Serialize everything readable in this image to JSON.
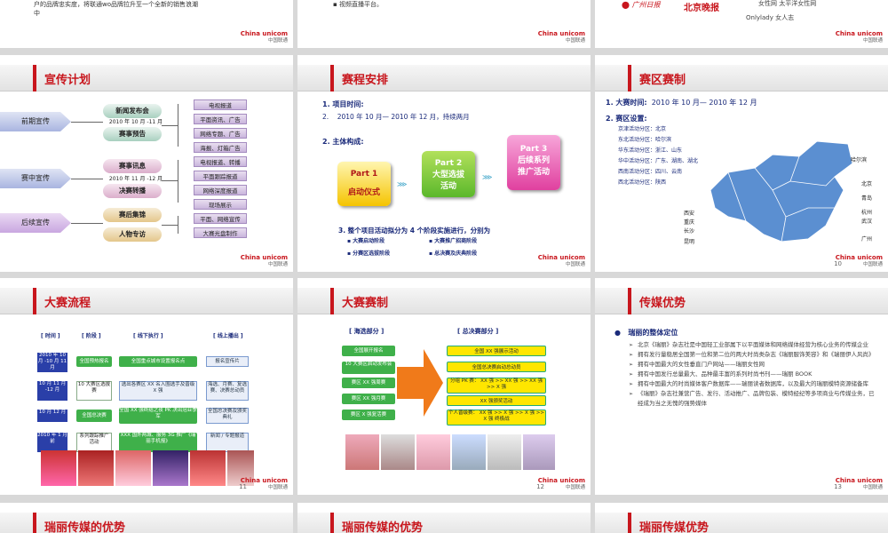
{
  "slide_top_left": {
    "text_line1": "户的品牌忠实度，将联通wo品牌拉升至一个全新的销售浪潮",
    "text_line2": "中"
  },
  "slide_top_mid": {
    "text": "视频直播平台。"
  },
  "slide_top_right": {
    "logo1": "广州日报",
    "logo2": "北京晚报",
    "caption1": "女性网  太平洋女性网",
    "caption2": "Onlylady 女人志"
  },
  "logo": {
    "brand": "China unicom",
    "sub": "中国联通"
  },
  "promo": {
    "title": "宣传计划",
    "phases": [
      "前期宣传",
      "赛中宣传",
      "后续宣传"
    ],
    "nodes": [
      "新闻发布会",
      "赛事预告",
      "赛事讯息",
      "决赛转播",
      "赛后集锦",
      "人物专访"
    ],
    "dates": [
      "2010 年 10 月 -11 月",
      "2010 年 11 月 -12 月"
    ],
    "media": [
      "电视报道",
      "平面资讯、广告",
      "网络专题、广告",
      "海报、灯箱广告",
      "电视报道、转播",
      "平面跟踪报道",
      "网络深度报道",
      "现场展示",
      "平面、网络宣传",
      "大赛光盘制作"
    ]
  },
  "schedule": {
    "title": "赛程安排",
    "h1": "1.  项目时间:",
    "time": "2010 年 10 月— 2010 年 12 月，持续两月",
    "time_num": "2.",
    "h2": "2.  主体构成:",
    "parts": [
      {
        "label": "Part 1",
        "name": "启动仪式"
      },
      {
        "label": "Part 2",
        "name": "大型选拔活动"
      },
      {
        "label": "Part 3",
        "name": "后续系列推广活动"
      }
    ],
    "stages_intro": "3.  整个项目活动拟分为 4 个阶段实施进行，分别为",
    "stages": [
      "大赛启动阶段",
      "大赛推广招商阶段",
      "分赛区选拔阶段",
      "总决赛及庆典阶段"
    ]
  },
  "zones": {
    "title": "赛区赛制",
    "h1_label": "1.  大赛时间:",
    "h1_value": "2010 年 10 月— 2010 年 12 月",
    "h2": "2.  赛区设置:",
    "list": [
      "京津活动分区：北京",
      "东北活动分区：哈尔滨",
      "华东活动分区：浙江、山东",
      "华中活动分区：广东、湖南、湖北",
      "西南活动分区：四川、云南",
      "西北活动分区：陕西"
    ],
    "map_labels": [
      "哈尔滨",
      "北京",
      "青岛",
      "杭州",
      "武汉",
      "广州",
      "西安",
      "重庆",
      "长沙",
      "昆明"
    ],
    "page": "10"
  },
  "flow": {
    "title": "大赛流程",
    "headers": [
      "[ 时间 ]",
      "[ 阶段 ]",
      "[ 线下执行 ]",
      "[ 线上播出 ]"
    ],
    "rows": [
      {
        "time": "2010 年 10 月 -10 月 11 月",
        "stage": "全国预热报名",
        "offline": "全国重点城市设置报名点",
        "online": "报名宣传片"
      },
      {
        "time": "10 月 11 月 -12 月",
        "stage": "10 大赛区选拔赛",
        "offline": "选出各赛区 XX 名入围选手及晋级 X 强",
        "online": "海选、月赛、复选赛、决赛总动员"
      },
      {
        "time": "10 月 12 月",
        "stage": "全国总决赛",
        "offline": "全国 XX 强终结之夜 PK 决出冠亚季军",
        "online": "全国总决赛及颁奖典礼"
      },
      {
        "time": "2010 年 1 月前",
        "stage": "系列跟踪推广活动",
        "offline": "XXX 国外两城、服务 3G 推广《瑞丽手机报》",
        "online": "新闻 / 专题报道"
      }
    ],
    "page": "11"
  },
  "contest": {
    "title": "大赛赛制",
    "h_left": "[ 海选部分 ]",
    "h_right": "[ 总决赛部分 ]",
    "left": [
      "全国展开报名",
      "10 大赛区启动发布会",
      "赛区 XX 强周赛",
      "赛区 XX 强月赛",
      "赛区 X 强复活赛"
    ],
    "right": [
      "全国 XX 强展示活动",
      "全国总决赛启动总动员",
      "分组 PK 赛： XX 强 >> XX 强 >> XX 强 >> X 强",
      "XX 强颁奖活动",
      "个人晋级赛： XX 强 >> X 强 >> X 强 >> X 强  终极战"
    ],
    "page": "12"
  },
  "advantage": {
    "title": "传媒优势",
    "heading": "瑞丽的整体定位",
    "items": [
      "北京《瑞丽》杂志社是中国轻工业部属下以平面媒体和网络媒体经营为核心业务的传媒企业",
      "拥有发行量稳居全国第一位和第二位的两大时尚类杂志《瑞丽服饰美容》和《瑞丽伊人风尚》",
      "拥有中国最大的女性垂直门户网站——瑞丽女性网",
      "拥有中国发行总量最大、品种最丰富的系列时尚书刊——瑞丽  BOOK",
      "拥有中国最大的时尚媒体客户数据库——瑞丽读者数据库，以及最大的瑞丽模特资源储备库",
      "《瑞丽》杂志社兼营广告、发行、活动推广、品牌包装、模特经纪等多项商业与传媒业务，已经成为当之无愧的强势媒体"
    ],
    "page": "13"
  },
  "bottom": [
    "瑞丽传媒的优势",
    "瑞丽传媒的优势",
    "瑞丽传媒优势"
  ]
}
